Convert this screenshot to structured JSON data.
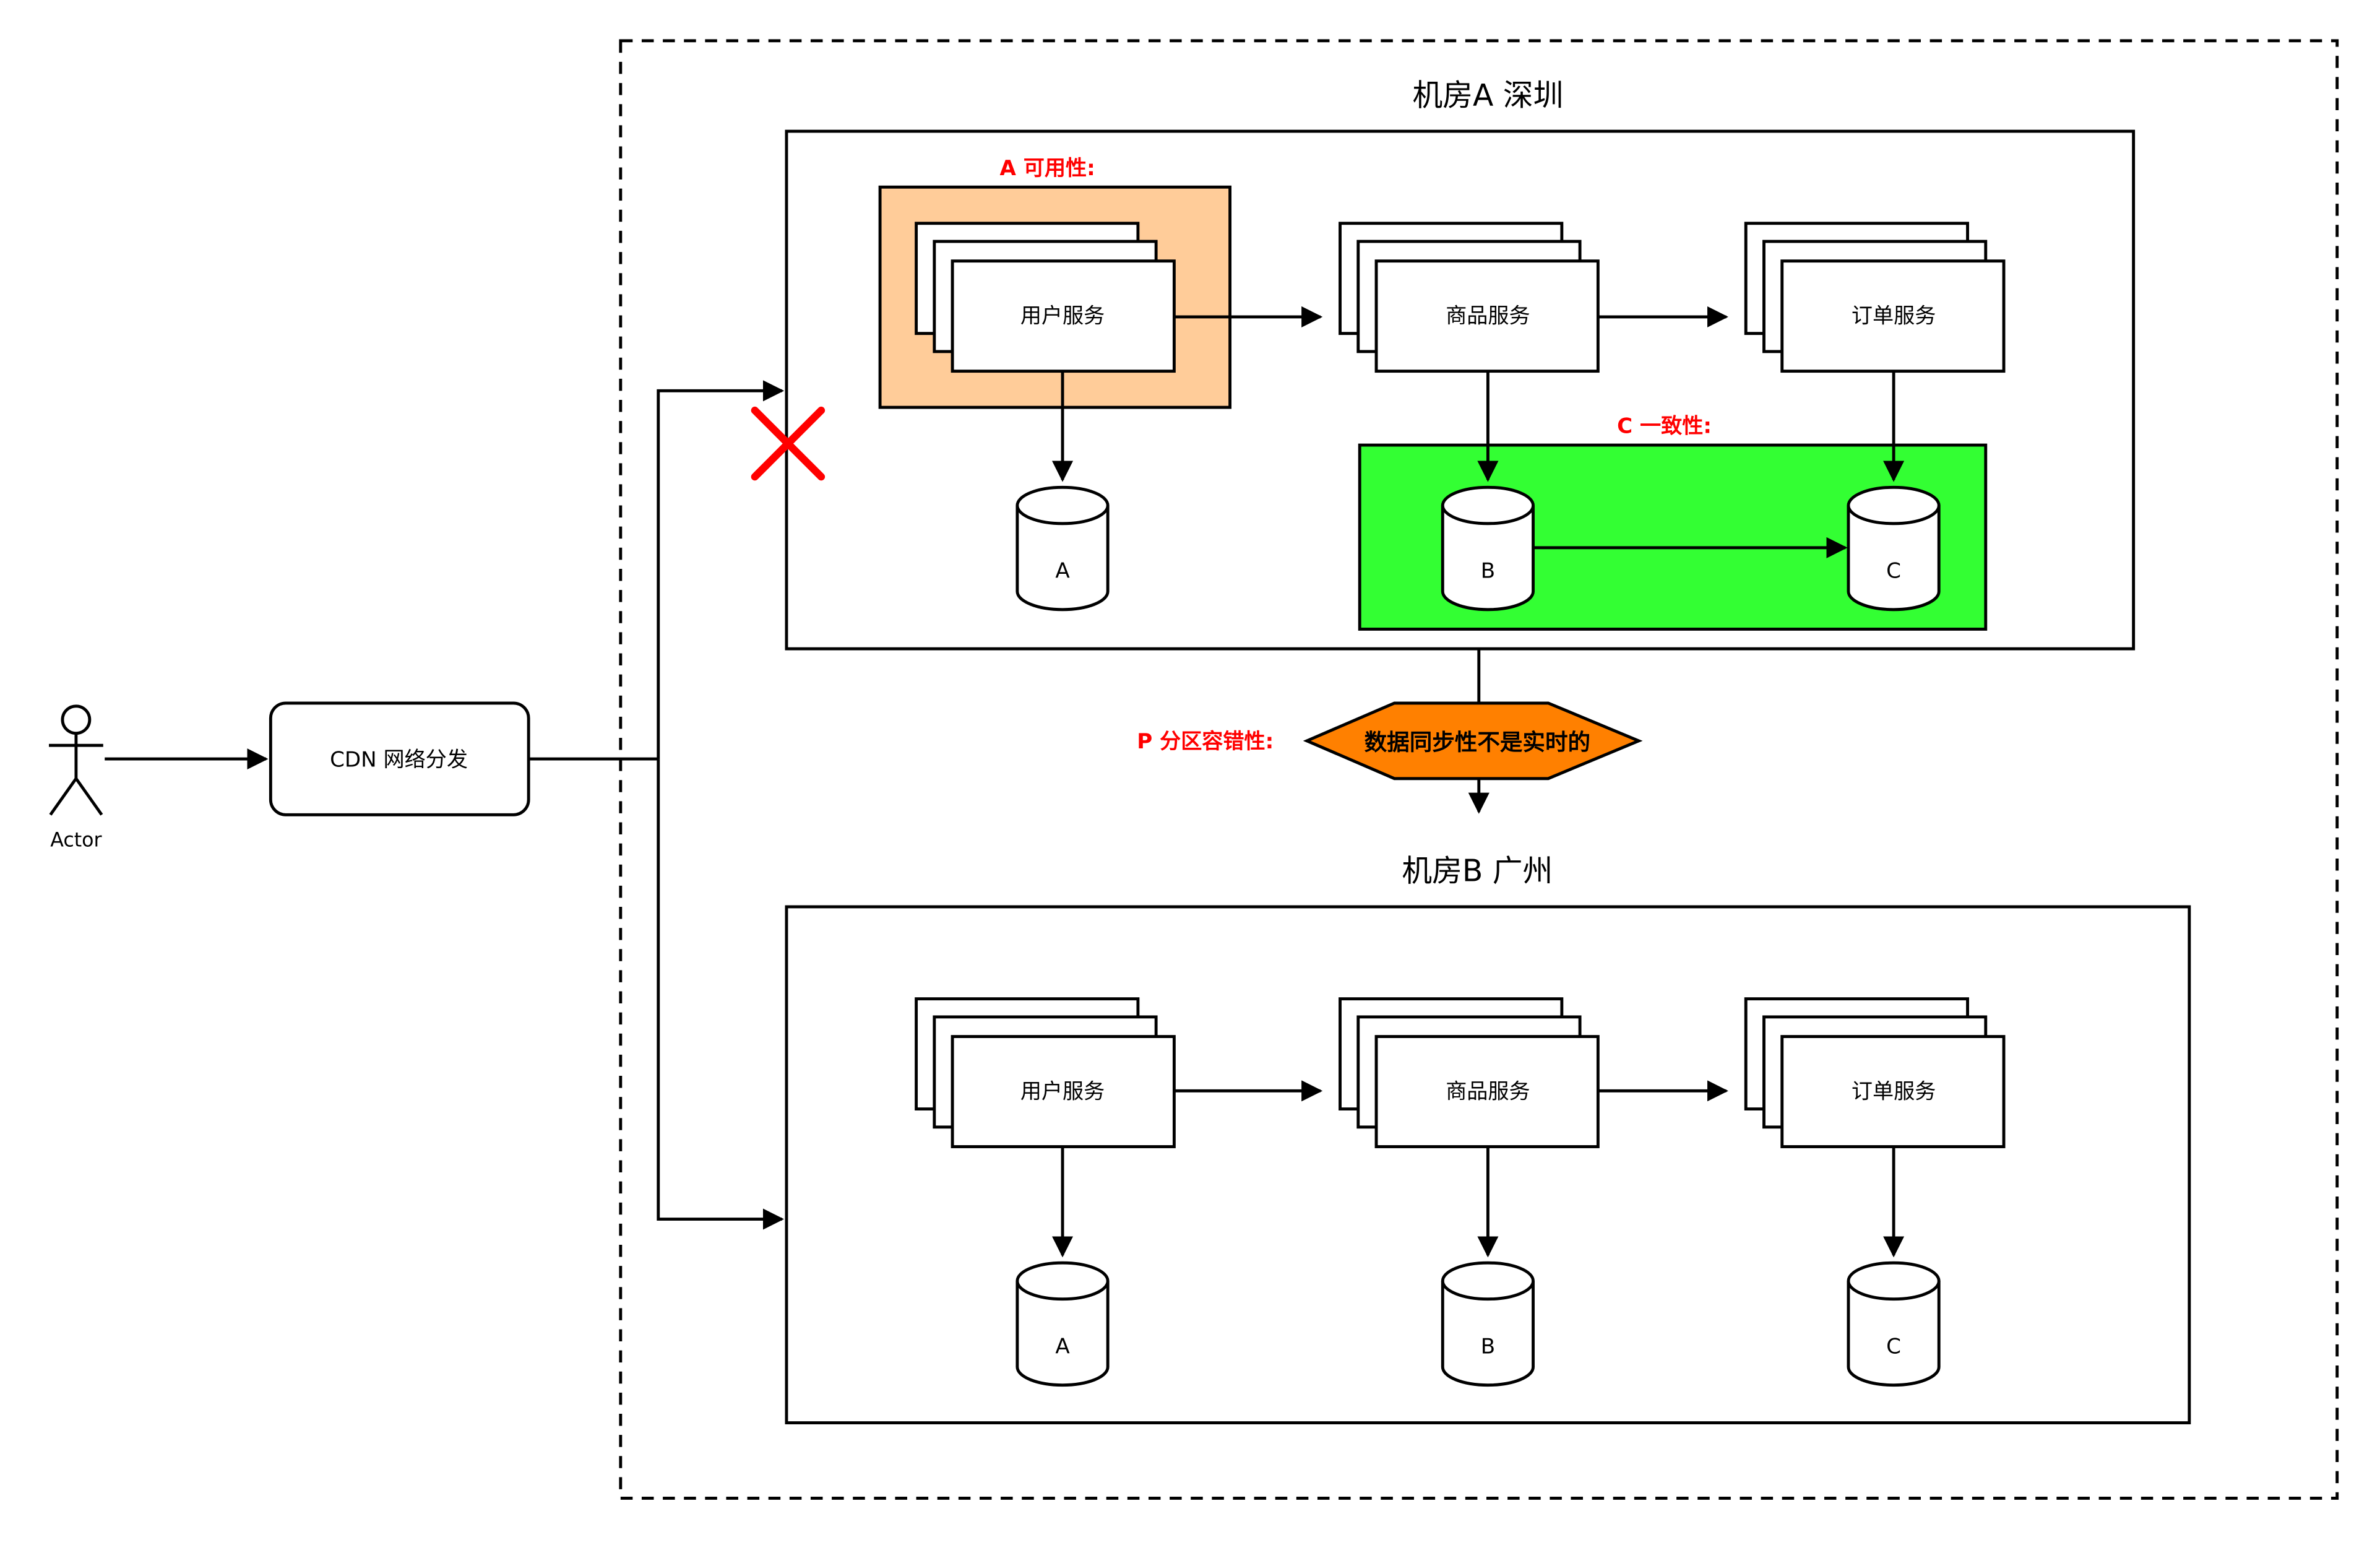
{
  "actor": {
    "label": "Actor"
  },
  "cdn": {
    "label": "CDN 网络分发"
  },
  "room_a": {
    "title": "机房A 深圳",
    "services": [
      "用户服务",
      "商品服务",
      "订单服务"
    ],
    "databases": [
      "A",
      "B",
      "C"
    ],
    "availability_label": "A 可用性:",
    "consistency_label": "C 一致性:",
    "failure_marker": "cross-icon"
  },
  "partition": {
    "label": "P 分区容错性:",
    "note": "数据同步性不是实时的"
  },
  "room_b": {
    "title": "机房B 广州",
    "services": [
      "用户服务",
      "商品服务",
      "订单服务"
    ],
    "databases": [
      "A",
      "B",
      "C"
    ]
  },
  "colors": {
    "availability_fill": "#ffcc99",
    "consistency_fill": "#33ff33",
    "partition_fill": "#ff8000",
    "label_red": "#ff0000",
    "failure_red": "#ff0000"
  }
}
